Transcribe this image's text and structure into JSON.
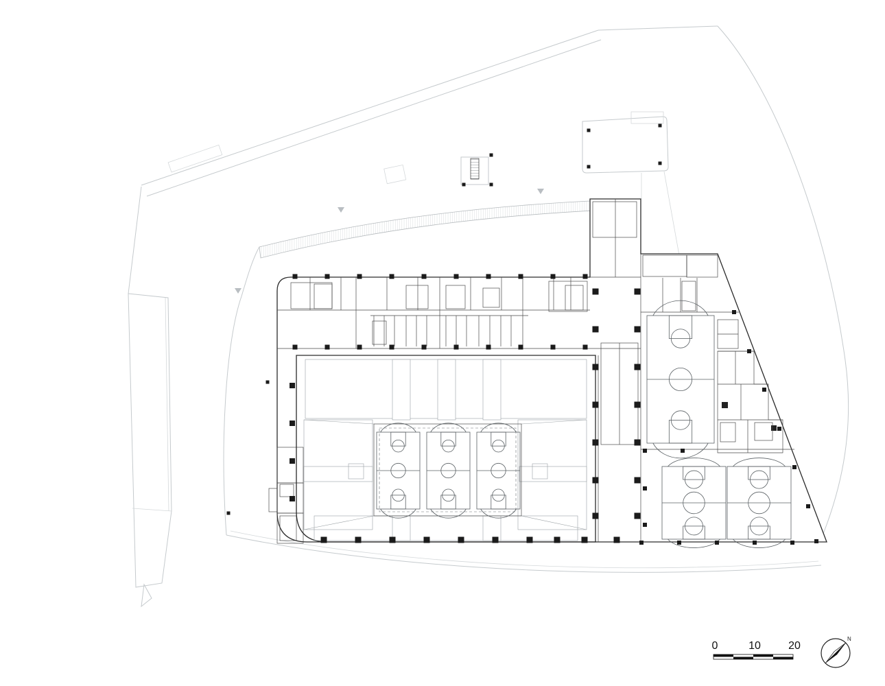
{
  "scale_bar": {
    "labels": [
      "0",
      "10",
      "20"
    ]
  },
  "compass": {
    "north_label": "N"
  },
  "colors": {
    "background": "#ffffff",
    "ink": "#1f1f1f",
    "wall": "#2a2a2a",
    "site_line": "#c5cacd",
    "hatch_gray": "#9aa0a4",
    "court_line": "#5a6064"
  }
}
